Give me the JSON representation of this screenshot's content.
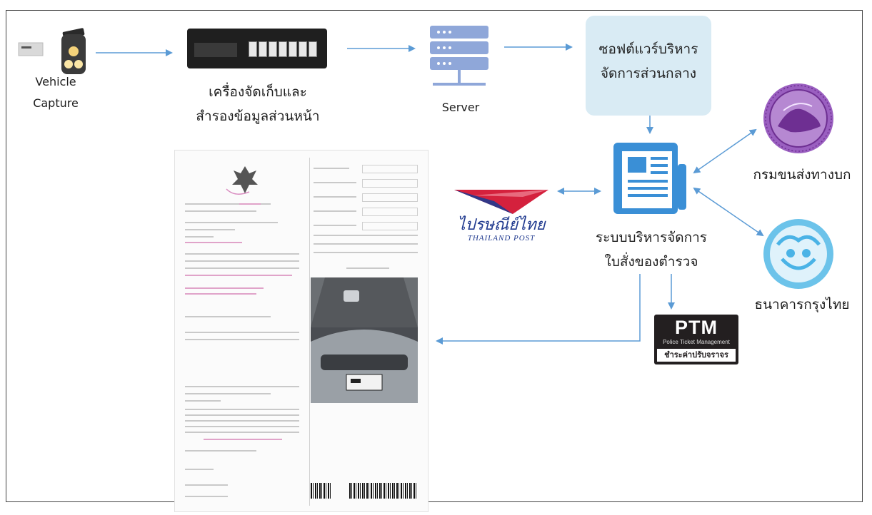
{
  "labels": {
    "vehicle_capture_1": "Vehicle",
    "vehicle_capture_2": "Capture",
    "recorder_1": "เครื่องจัดเก็บและ",
    "recorder_2": "สำรองข้อมูลส่วนหน้า",
    "server": "Server",
    "central_1": "ซอฟต์แวร์บริหาร",
    "central_2": "จัดการส่วนกลาง",
    "system_1": "ระบบบริหารจัดการ",
    "system_2": "ใบสั่งของตำรวจ",
    "dlt": "กรมขนส่งทางบก",
    "ktb": "ธนาคารกรุงไทย"
  },
  "thailand_post": {
    "thai": "ไปรษณีย์ไทย",
    "english": "THAILAND POST"
  },
  "ptm": {
    "title": "PTM",
    "subtitle": "Police Ticket Management",
    "tagline": "ชำระค่าปรับจราจร"
  },
  "colors": {
    "arrow": "#5b9bd5",
    "central_box": "#d9ebf4",
    "icon_blue": "#3a8fd6",
    "dlt_seal": "#8e4bb0",
    "ktb_seal": "#4ab3e6",
    "post_red": "#d4213d",
    "post_blue": "#203a8f"
  },
  "icons": [
    "camera-icon",
    "recorder-icon",
    "server-icon",
    "report-icon",
    "dlt-seal-icon",
    "ktb-logo-icon",
    "ptm-logo",
    "thailand-post-logo"
  ]
}
